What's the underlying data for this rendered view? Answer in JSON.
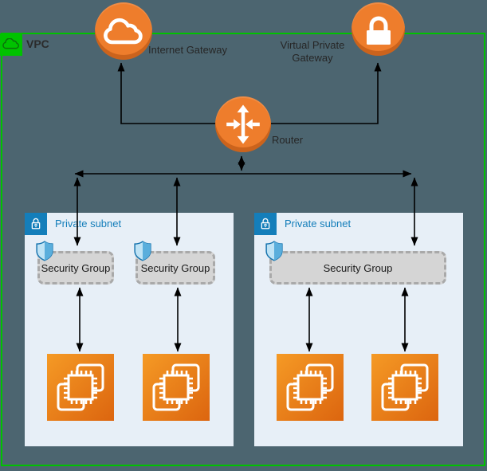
{
  "vpc": {
    "label": "VPC"
  },
  "nodes": {
    "internet_gateway": {
      "label": "Internet Gateway",
      "icon": "cloud-icon"
    },
    "virtual_private_gateway": {
      "label_line1": "Virtual Private",
      "label_line2": "Gateway",
      "icon": "lock-icon"
    },
    "router": {
      "label": "Router",
      "icon": "router-arrows-icon"
    }
  },
  "subnets": [
    {
      "label": "Private subnet",
      "icon": "subnet-lock-icon",
      "security_groups": [
        {
          "label": "Security Group"
        },
        {
          "label": "Security Group"
        }
      ],
      "instance_count": 2
    },
    {
      "label": "Private subnet",
      "icon": "subnet-lock-icon",
      "security_groups": [
        {
          "label": "Security Group"
        }
      ],
      "instance_count": 2
    }
  ],
  "colors": {
    "background": "#4C6570",
    "vpc_border_green": "#00C200",
    "gateway_orange": "#EE7D2C",
    "instance_orange_light": "#F59A25",
    "instance_orange_dark": "#DC650F",
    "subnet_fill": "#E7EFF7",
    "subnet_blue": "#147EBA",
    "security_group_fill": "#D5D5D5",
    "connector_black": "#000000"
  }
}
